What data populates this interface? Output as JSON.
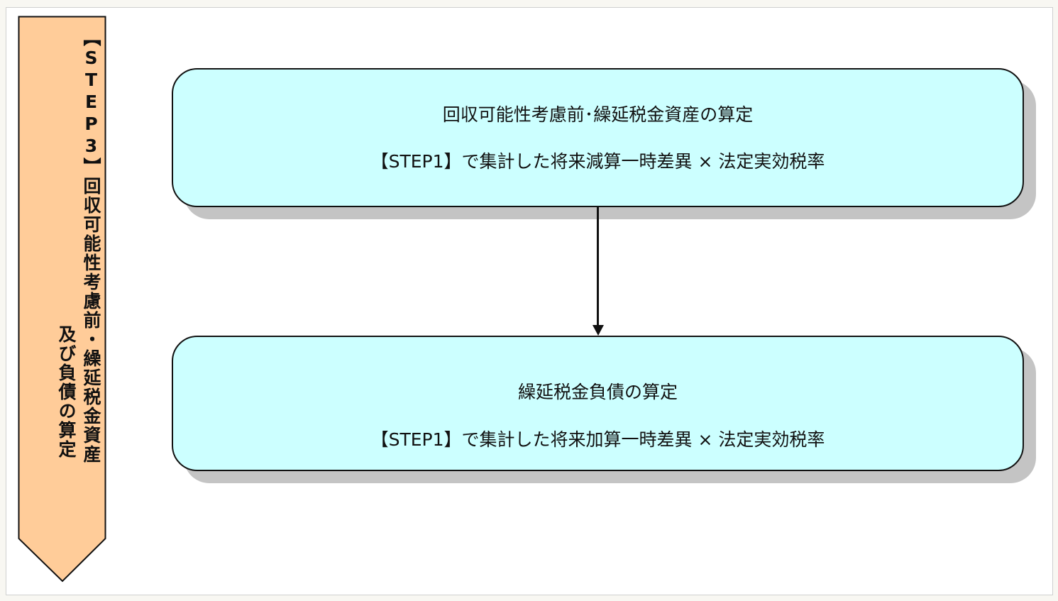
{
  "step": {
    "line1": "【STEP3】回収可能性考慮前・繰延税金資産",
    "line2": "及び負債の算定",
    "fill_color": "#ffcc99"
  },
  "boxes": [
    {
      "title": "回収可能性考慮前･繰延税金資産の算定",
      "formula": "【STEP1】で集計した将来減算一時差異 × 法定実効税率"
    },
    {
      "title": "繰延税金負債の算定",
      "formula": "【STEP1】で集計した将来加算一時差異 × 法定実効税率"
    }
  ],
  "colors": {
    "box_fill": "#ccffff",
    "shadow": "#c4c4c4"
  }
}
